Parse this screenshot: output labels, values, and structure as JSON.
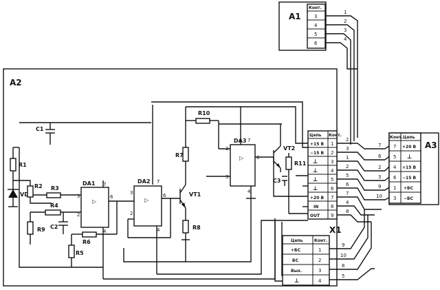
{
  "blocks": {
    "a1": "A1",
    "a2": "A2",
    "a3": "A3",
    "x1": "X1"
  },
  "a1_table": {
    "header": "Конт.",
    "contacts": [
      "3",
      "4",
      "5",
      "6"
    ],
    "wires": [
      "1",
      "2",
      "3",
      "4"
    ]
  },
  "a2_table": {
    "header_chain": "Цепь",
    "header_contact": "Конт.",
    "rows": [
      {
        "chain": "+15 В",
        "contact": "1",
        "wire": "2"
      },
      {
        "chain": "−15 В",
        "contact": "2",
        "wire": "3"
      },
      {
        "chain": "⊥",
        "contact": "3",
        "wire": "1"
      },
      {
        "chain": "⊥",
        "contact": "4",
        "wire": "2"
      },
      {
        "chain": "⊥",
        "contact": "5",
        "wire": "5"
      },
      {
        "chain": "⊥",
        "contact": "6",
        "wire": "6"
      },
      {
        "chain": "+20 В",
        "contact": "7",
        "wire": "7"
      },
      {
        "chain": "IN",
        "contact": "8",
        "wire": "4"
      },
      {
        "chain": "OUT",
        "contact": "9",
        "wire": "8"
      }
    ]
  },
  "a3_table": {
    "header_contact": "Конт.",
    "header_chain": "Цепь",
    "rows": [
      {
        "contact": "7",
        "chain": "+20 В",
        "wire": "7"
      },
      {
        "contact": "5",
        "chain": "⊥",
        "wire": "6"
      },
      {
        "contact": "4",
        "chain": "+15 В",
        "wire": "2"
      },
      {
        "contact": "6",
        "chain": "−15 В",
        "wire": "3"
      },
      {
        "contact": "1",
        "chain": "+БС",
        "wire": "9"
      },
      {
        "contact": "3",
        "chain": "−БС",
        "wire": "10"
      }
    ]
  },
  "x1_table": {
    "header_chain": "Цепь",
    "header_contact": "Конт.",
    "rows": [
      {
        "chain": "+БС",
        "contact": "1",
        "wire": "9"
      },
      {
        "chain": "БС",
        "contact": "2",
        "wire": "10"
      },
      {
        "chain": "Вых.",
        "contact": "3",
        "wire": "8"
      },
      {
        "chain": "⊥",
        "contact": "4",
        "wire": "5"
      }
    ]
  },
  "components": {
    "r1": "R1",
    "r2": "R2",
    "r3": "R3",
    "r4": "R4",
    "r5": "R5",
    "r6": "R6",
    "r7": "R7",
    "r8": "R8",
    "r9": "R9",
    "r10": "R10",
    "r11": "R11",
    "c1": "C1",
    "c2": "C2",
    "c3": "C3",
    "vd1": "VD1",
    "vt1": "VT1",
    "vt2": "VT2",
    "da1": "DA1",
    "da2": "DA2",
    "da3": "DA3"
  },
  "pins": {
    "opamp_out": "6",
    "opamp_inv": "2",
    "opamp_noninv": "3",
    "opamp_vplus": "7",
    "opamp_vminus": "4"
  },
  "opamp_symbol": "▷"
}
